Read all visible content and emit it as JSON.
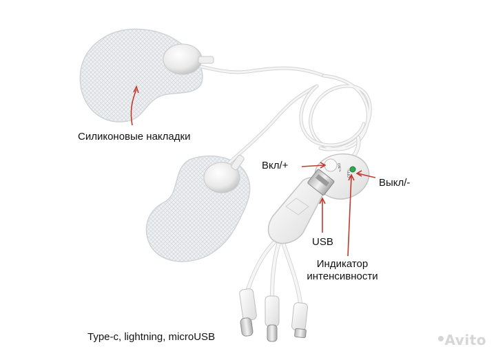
{
  "labels": {
    "pads": "Силиконовые накладки",
    "on_plus": "Вкл/+",
    "off_minus": "Выкл/-",
    "usb": "USB",
    "indicator_line1": "Индикатор",
    "indicator_line2": "интенсивности",
    "connectors": "Type-c, lightning, microUSB"
  },
  "device_marks": {
    "button_plus": "ON/+",
    "button_minus": "OFF/-"
  },
  "watermark": "Avito",
  "colors": {
    "arrow_red": "#c0392b",
    "pad_fill": "#eef0f2",
    "cable": "#e6e6e6",
    "indicator_led": "#2fa84f"
  }
}
